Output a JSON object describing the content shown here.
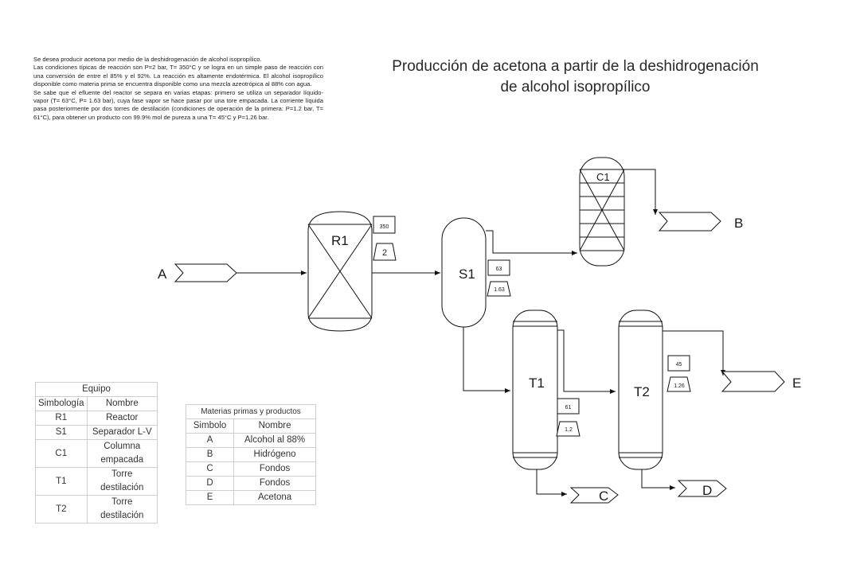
{
  "title": {
    "line1": "Producción de acetona a partir de la deshidrogenación",
    "line2": "de alcohol isopropílico"
  },
  "description": {
    "p1": "Se desea producir acetona por medio de la deshidrogenación de alcohol isopropílico.",
    "p2": "Las condiciones típicas de reacción son P=2 bar, T= 350°C y se logra en un simple paso de reacción con una conversión de entre el 85% y el 92%. La reacción es altamente endotérmica. El alcohol isopropílico disponible como materia prima se encuentra disponible como una mezcla azeotrópica al 88% con agua.",
    "p3": "Se sabe que el efluente del reactor se separa en varias etapas: primero se utiliza un separador líquido-vapor (T= 63°C, P= 1.63 bar), cuya fase vapor se hace pasar por una tore empacada. La corriente líquida pasa posteriormente por dos torres de destilación (condiciones de operación de la primera: P=1.2 bar, T= 61°C), para obtener un producto con 99.9% mol de pureza a una T= 45°C y P=1.26 bar."
  },
  "diagram": {
    "streams": {
      "A": "A",
      "B": "B",
      "C": "C",
      "D": "D",
      "E": "E"
    },
    "units": {
      "R1": "R1",
      "S1": "S1",
      "C1": "C1",
      "T1": "T1",
      "T2": "T2"
    },
    "conditions": {
      "R1_T": "350",
      "R1_P": "2",
      "S1_T": "63",
      "S1_P": "1.63",
      "T1_T": "61",
      "T1_P": "1.2",
      "T2_T": "45",
      "T2_P": "1.26"
    }
  },
  "equipment_table": {
    "title": "Equipo",
    "headers": [
      "Simbología",
      "Nombre"
    ],
    "rows": [
      [
        "R1",
        "Reactor"
      ],
      [
        "S1",
        "Separador L-V"
      ],
      [
        "C1",
        "Columna empacada"
      ],
      [
        "T1",
        "Torre destilación"
      ],
      [
        "T2",
        "Torre destilación"
      ]
    ]
  },
  "materials_table": {
    "title": "Materias primas y productos",
    "headers": [
      "Simbolo",
      "Nombre"
    ],
    "rows": [
      [
        "A",
        "Alcohol al 88%"
      ],
      [
        "B",
        "Hidrógeno"
      ],
      [
        "C",
        "Fondos"
      ],
      [
        "D",
        "Fondos"
      ],
      [
        "E",
        "Acetona"
      ]
    ]
  }
}
